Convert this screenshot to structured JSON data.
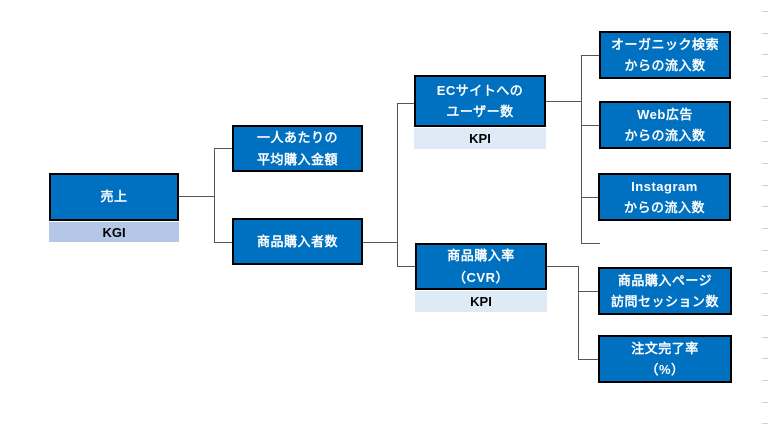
{
  "diagram": {
    "type": "kpi-tree",
    "nodes": {
      "sales": {
        "label": "売上",
        "badge": "KGI"
      },
      "avg_purchase": {
        "label": "一人あたりの\n平均購入金額"
      },
      "purchasers": {
        "label": "商品購入者数"
      },
      "ec_users": {
        "label": "ECサイトへの\nユーザー数",
        "badge": "KPI"
      },
      "purchase_rate": {
        "label": "商品購入率\n（CVR）",
        "badge": "KPI"
      },
      "organic_search": {
        "label": "オーガニック検索\nからの流入数"
      },
      "web_ads": {
        "label": "Web広告\nからの流入数"
      },
      "instagram": {
        "label": "Instagram\nからの流入数"
      },
      "purchase_page_sessions": {
        "label": "商品購入ページ\n訪問セッション数"
      },
      "order_completion_rate": {
        "label": "注文完了率\n（%）"
      }
    },
    "edges": [
      [
        "sales",
        "avg_purchase"
      ],
      [
        "sales",
        "purchasers"
      ],
      [
        "purchasers",
        "ec_users"
      ],
      [
        "purchasers",
        "purchase_rate"
      ],
      [
        "ec_users",
        "organic_search"
      ],
      [
        "ec_users",
        "web_ads"
      ],
      [
        "ec_users",
        "instagram"
      ],
      [
        "purchase_rate",
        "purchase_page_sessions"
      ],
      [
        "purchase_rate",
        "order_completion_rate"
      ]
    ],
    "colors": {
      "node_fill": "#0070C0",
      "node_border": "#000000",
      "node_text": "#FFFFFF",
      "kgi_badge": "#B4C7E7",
      "kpi_badge": "#DEEBF7",
      "connector": "#555555",
      "grid_tick": "#D0D0D0"
    }
  }
}
